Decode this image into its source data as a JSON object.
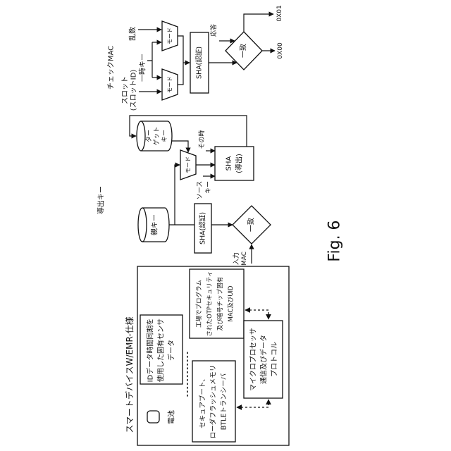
{
  "colors": {
    "line": "#111111",
    "background": "#ffffff"
  },
  "figure_label": "Fig. 6",
  "device": {
    "title": "スマートデバイスW/EMR-仕様",
    "battery_label": "電池",
    "sensor_box": [
      "IDデータ時間同期を",
      "使用した固有センサ",
      "データ"
    ],
    "boot_box": [
      "セキュアブート、",
      "ローダフラッシュメモリ",
      "BTLEトランシーバ"
    ],
    "otp_box": [
      "工場でプログラム",
      "されたOTPセキュリティ",
      "及び暗号チップ固有",
      "MAC及びUID"
    ],
    "mcu_box": [
      "マイクロプロセッサ",
      "通信及びデータ",
      "プロトコル"
    ]
  },
  "derived_key": {
    "title": "導出キー",
    "parent_key": "親キー",
    "sha_auth": "SHA(認証)",
    "match": "一致",
    "input_mac": [
      "入力",
      "MAC"
    ],
    "target_key": [
      "ター",
      "ゲット",
      "キー"
    ],
    "mode": "モード",
    "then_label": "その時",
    "source_key": [
      "ソース",
      "キー"
    ],
    "sha_derive": [
      "SHA",
      "(導出)"
    ]
  },
  "check_mac": {
    "title": "チェックMAC",
    "random": "乱数",
    "temp_key": "一時キー",
    "slot": [
      "スロット",
      "(スロットID)"
    ],
    "mode_upper": "モード",
    "mode_lower": "モード",
    "sha_auth": "SHA(認証)",
    "response": "応答",
    "match": "一致",
    "out_true": "0X01",
    "out_false": "0X00"
  }
}
